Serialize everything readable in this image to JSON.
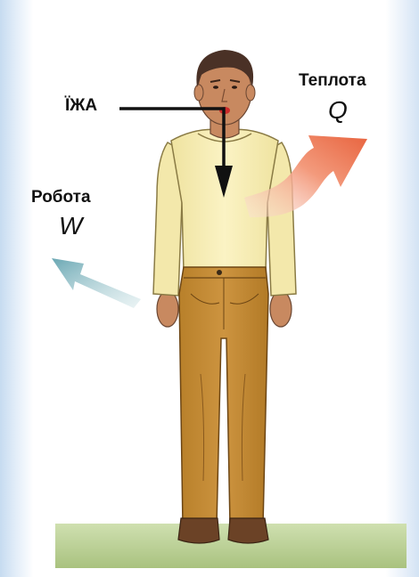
{
  "labels": {
    "food": "ЇЖА",
    "heat": "Теплота",
    "heat_symbol": "Q",
    "work": "Робота",
    "work_symbol": "W"
  },
  "colors": {
    "background_edge": "#c6dbf0",
    "shirt": "#f7efb7",
    "pants": "#c58a2e",
    "skin": "#c88960",
    "hair": "#4a3126",
    "shoes": "#6b4226",
    "grass": "#bcd39a",
    "heat_arrow": "#ef7e5c",
    "work_arrow": "#7fb3bd",
    "food_arrow": "#111111"
  }
}
